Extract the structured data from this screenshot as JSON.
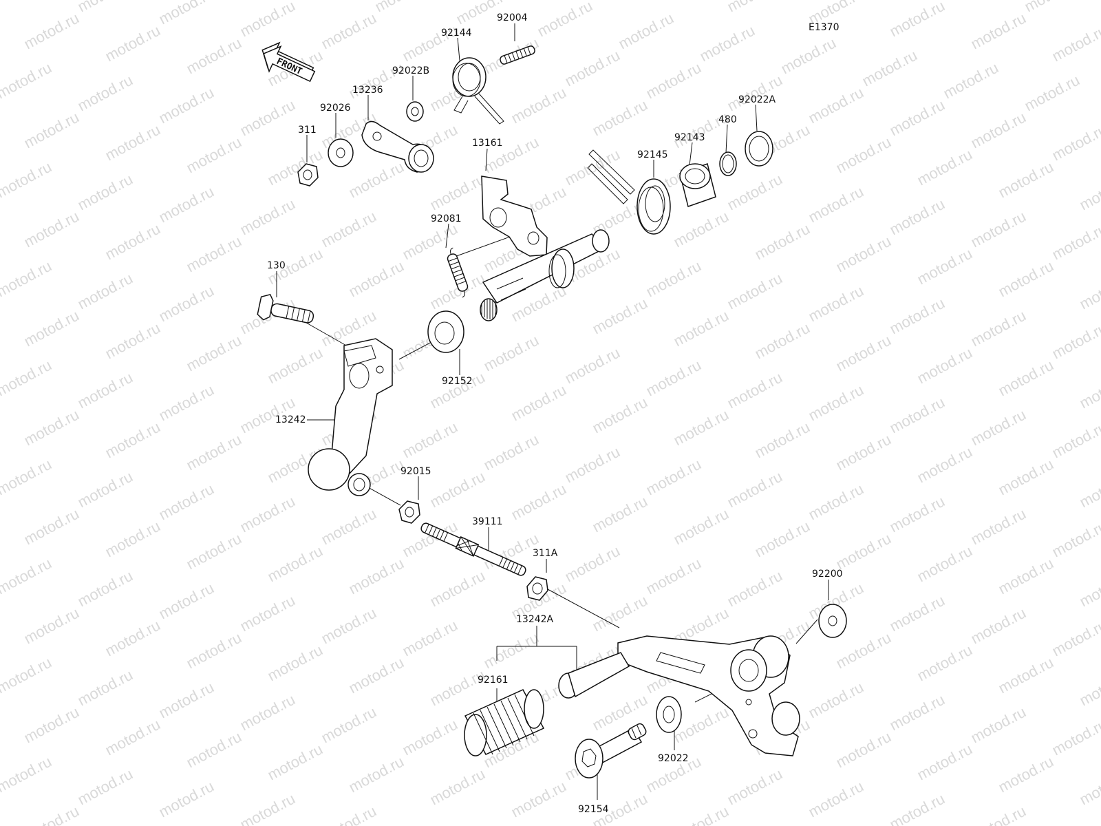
{
  "diagram_code": "E1370",
  "watermark_text": "motod.ru",
  "front_arrow_text": "FRONT",
  "colors": {
    "line": "#111111",
    "background": "#ffffff",
    "watermark": "#d9d9d9"
  },
  "labels": {
    "p92004": "92004",
    "p92144": "92144",
    "p92022B": "92022B",
    "p13236": "13236",
    "p92026": "92026",
    "p311": "311",
    "p13161": "13161",
    "p92022A": "92022A",
    "p480": "480",
    "p92143": "92143",
    "p92145": "92145",
    "p92081": "92081",
    "p130": "130",
    "p92152": "92152",
    "p13242": "13242",
    "p92015": "92015",
    "p39111": "39111",
    "p311A": "311A",
    "p92200": "92200",
    "p13242A": "13242A",
    "p92161": "92161",
    "p92022": "92022",
    "p92154": "92154"
  }
}
